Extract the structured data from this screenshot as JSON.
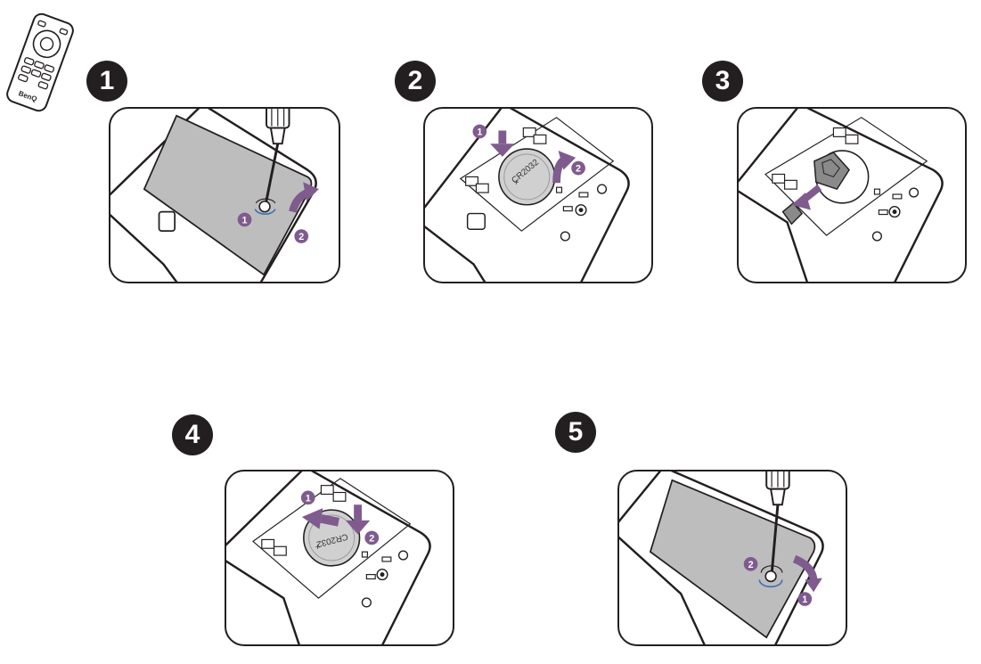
{
  "steps": [
    {
      "number": "1"
    },
    {
      "number": "2"
    },
    {
      "number": "3"
    },
    {
      "number": "4"
    },
    {
      "number": "5"
    }
  ],
  "remote": {
    "brand": "BenQ"
  },
  "callouts": {
    "one": "1",
    "two": "2"
  },
  "battery": {
    "model": "CR2032",
    "polarity": "+"
  },
  "colors": {
    "arrow": "#7f5b8e",
    "outline": "#231f20",
    "cover_fill": "#bdbdbd",
    "battery_fill": "#d0d0d0"
  }
}
